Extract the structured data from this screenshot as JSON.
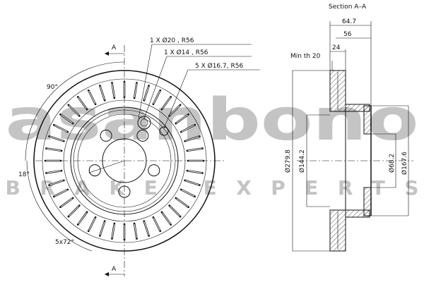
{
  "watermark": {
    "brand": "asanbono",
    "tagline": "BRAKE EXPERTS"
  },
  "section": {
    "title": "Section A–A",
    "min_thickness": "Min th 20"
  },
  "front_view": {
    "section_marker": "A",
    "angle_90": "90°",
    "angle_18": "18°",
    "pattern": "5x72°",
    "callouts": [
      "1 X Ø20 , R56",
      "1 X Ø14 , R56",
      "5 X Ø16.7, R56"
    ]
  },
  "dimensions": {
    "overall_height": "64.7",
    "hat_height": "56",
    "disc_thickness": "24",
    "outer_diameter": "Ø279.8",
    "friction_inner_diameter": "Ø144.2",
    "center_bore": "Ø68.2",
    "hat_diameter": "Ø167.6"
  },
  "colors": {
    "line": "#111111",
    "watermark": "#c4c4c4"
  }
}
